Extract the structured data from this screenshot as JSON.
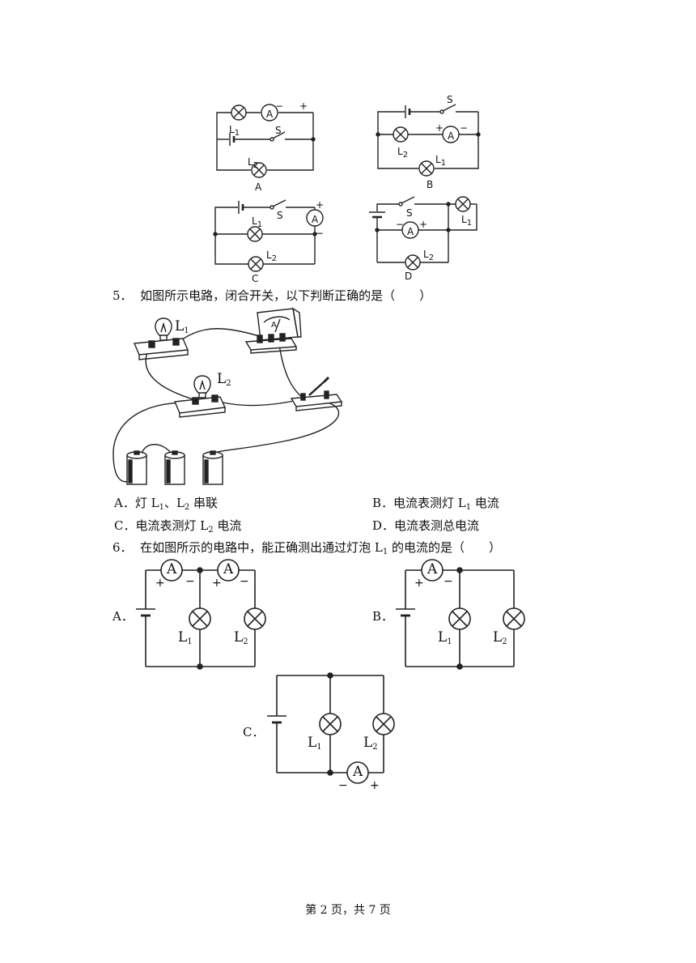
{
  "q4_diagrams": {
    "A": {
      "caption": "A",
      "lamp1": "L",
      "lamp1_sub": "1",
      "lamp2": "L",
      "lamp2_sub": "2",
      "switch": "S",
      "meter": "A",
      "minus": "−",
      "plus": "+"
    },
    "B": {
      "caption": "B",
      "lamp1": "L",
      "lamp1_sub": "1",
      "lamp2": "L",
      "lamp2_sub": "2",
      "switch": "S",
      "meter": "A",
      "minus": "−",
      "plus": "+"
    },
    "C": {
      "caption": "C",
      "lamp1": "L",
      "lamp1_sub": "1",
      "lamp2": "L",
      "lamp2_sub": "2",
      "switch": "S",
      "meter": "A",
      "minus": "−",
      "plus": "+"
    },
    "D": {
      "caption": "D",
      "lamp1": "L",
      "lamp1_sub": "1",
      "lamp2": "L",
      "lamp2_sub": "2",
      "switch": "S",
      "meter": "A",
      "minus": "−",
      "plus": "+"
    }
  },
  "q5": {
    "number": "5．",
    "stem": "如图所示电路，闭合开关，以下判断正确的是（　　）",
    "figure": {
      "lamp1": "L",
      "lamp1_sub": "1",
      "lamp2": "L",
      "lamp2_sub": "2",
      "meter": "A"
    },
    "options": {
      "A": {
        "prefix": "A．灯 L",
        "sub1": "1",
        "mid": "、L",
        "sub2": "2",
        "suffix": " 串联"
      },
      "B": {
        "prefix": "B．电流表测灯 L",
        "sub": "1",
        "suffix": " 电流"
      },
      "C": {
        "prefix": "C．电流表测灯 L",
        "sub": "2",
        "suffix": " 电流"
      },
      "D": {
        "text": "D．电流表测总电流"
      }
    }
  },
  "q6": {
    "number": "6．",
    "stem_prefix": "在如图所示的电路中，能正确测出通过灯泡 L",
    "stem_sub": "1",
    "stem_suffix": " 的电流的是（　　）",
    "option_labels": {
      "A": "A．",
      "B": "B．",
      "C": "C．"
    },
    "figure": {
      "lamp1": "L",
      "lamp1_sub": "1",
      "lamp2": "L",
      "lamp2_sub": "2",
      "meter": "A",
      "plus": "+",
      "minus": "−"
    }
  },
  "footer": "第 2 页，共 7 页"
}
